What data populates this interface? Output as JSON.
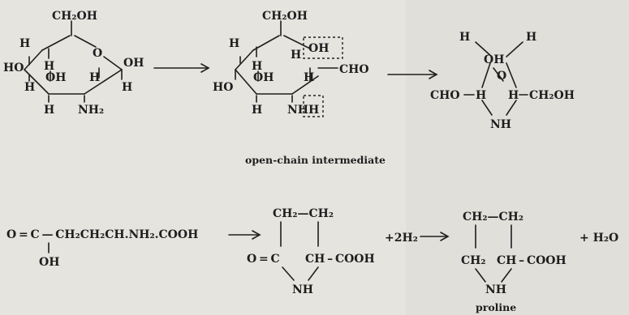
{
  "top": {
    "glucosamine": {
      "ch2oh": "CH₂OH",
      "ring_o": "O",
      "h_c4": "H",
      "ho_c4": "HO",
      "h_c5": "H",
      "h_c3a": "H",
      "oh_c3": "OH",
      "oh_c1": "OH",
      "h_c2": "H",
      "h_c3b": "H",
      "nh2": "NH₂",
      "h_c1": "H"
    },
    "open_chain": {
      "ch2oh": "CH₂OH",
      "h_c4": "H",
      "oh_ring": "OH",
      "ho_c4": "HO",
      "h_c5": "H",
      "cho": "CHO",
      "h_c3": "H",
      "oh_c3": "OH",
      "nh": "NH",
      "h_c2": "H",
      "h_sub": "H",
      "h_bottom": "H"
    },
    "open_chain_caption": "open-chain intermediate",
    "pyrrole_like": {
      "h_left": "H",
      "h_right": "H",
      "oh_top": "OH",
      "o_inner": "O",
      "cho": "CHO",
      "h_mid1": "H",
      "h_mid2": "H",
      "ch2oh": "CH₂OH",
      "nh": "NH"
    }
  },
  "bottom": {
    "linear_formula": "O = C — CH₂CH₂CH.NH₂.COOH",
    "oh_under": "OH",
    "pyrrolidone": {
      "top": "CH₂—CH₂",
      "oc": "O = C",
      "ch_cooh": "CH – COOH",
      "nh": "NH"
    },
    "plus_h2": "+2H₂",
    "proline": {
      "top": "CH₂—CH₂",
      "ch2": "CH₂",
      "ch_cooh": "CH – COOH",
      "nh": "NH",
      "name": "proline"
    },
    "plus_h2o": "+ H₂O"
  },
  "colors": {
    "ink": "#1e1e1e",
    "paper": "#e6e4df"
  }
}
